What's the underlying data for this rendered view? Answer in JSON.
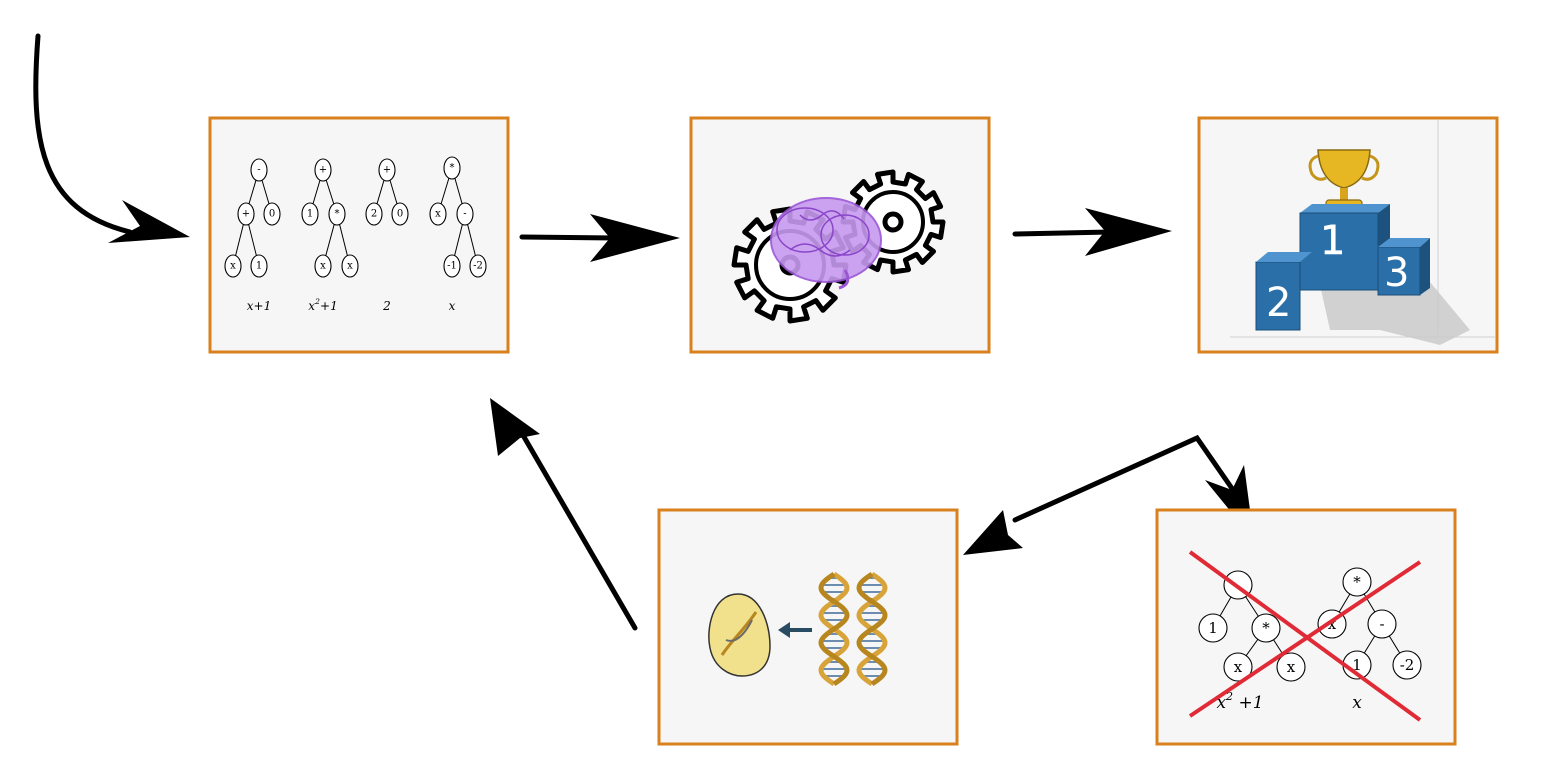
{
  "colors": {
    "panel_border": "#d9821d",
    "panel_fill": "#f6f6f6",
    "arrow": "#000000",
    "cross": "#e02a35",
    "brain": "#b06fe0",
    "podium": "#2a6fa8",
    "trophy": "#e7b623",
    "egg": "#f1e08c",
    "dna_strand_a": "#d8a43a",
    "dna_strand_b": "#b8861e"
  },
  "population_panel": {
    "trees": [
      {
        "root": "-",
        "children": [
          "+",
          "0"
        ],
        "grandchildren": [
          "x",
          "1"
        ],
        "caption": "x+1"
      },
      {
        "root": "+",
        "children": [
          "1",
          "*"
        ],
        "grandchildren": [
          "x",
          "x"
        ],
        "caption_base": "x",
        "caption_sup": "2",
        "caption_rest": "+1"
      },
      {
        "root": "+",
        "children": [
          "2",
          "0"
        ],
        "caption": "2"
      },
      {
        "root": "*",
        "children": [
          "x",
          "-"
        ],
        "grandchildren": [
          "-1",
          "-2"
        ],
        "caption": "x"
      }
    ]
  },
  "evaluation_panel": {
    "icons": [
      "gear-icon",
      "brain-icon"
    ]
  },
  "selection_panel": {
    "podium": {
      "first": "1",
      "second": "2",
      "third": "3"
    },
    "icons": [
      "trophy-icon",
      "podium-icon"
    ]
  },
  "reproduction_panel": {
    "icons": [
      "egg-icon",
      "dna-icon"
    ]
  },
  "elimination_panel": {
    "trees": [
      {
        "root": "",
        "children": [
          "1",
          "*"
        ],
        "grandchildren": [
          "x",
          "x"
        ],
        "caption_base": "x",
        "caption_sup": "2",
        "caption_rest": " +1"
      },
      {
        "root": "*",
        "children": [
          "x",
          "-"
        ],
        "grandchildren": [
          "1",
          "-2"
        ],
        "caption": "x"
      }
    ],
    "icons": [
      "cross-icon"
    ]
  }
}
